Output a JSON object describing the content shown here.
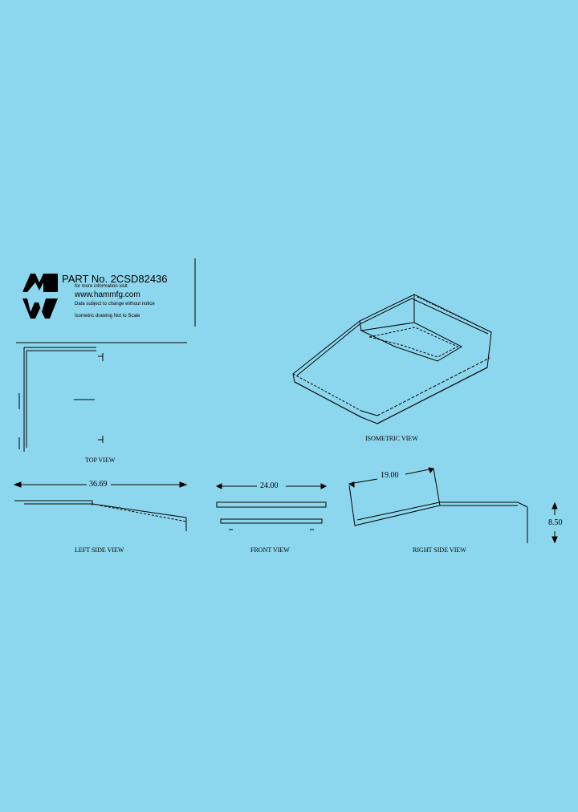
{
  "title_block": {
    "part_label": "PART No.",
    "part_number": "2CSD82436",
    "info_line": "for more information visit",
    "website": "www.hammfg.com",
    "subject_note": "Data subject to change without notice",
    "scale_note": "Isometric drawing Not to Scale"
  },
  "views": {
    "isometric": "ISOMETRIC VIEW",
    "top": "TOP VIEW",
    "left_side": "LEFT SIDE VIEW",
    "front": "FRONT VIEW",
    "right_side": "RIGHT SIDE VIEW"
  },
  "dimensions": {
    "length": "36.69",
    "width": "24.00",
    "depth": "19.00",
    "height": "8.50"
  }
}
